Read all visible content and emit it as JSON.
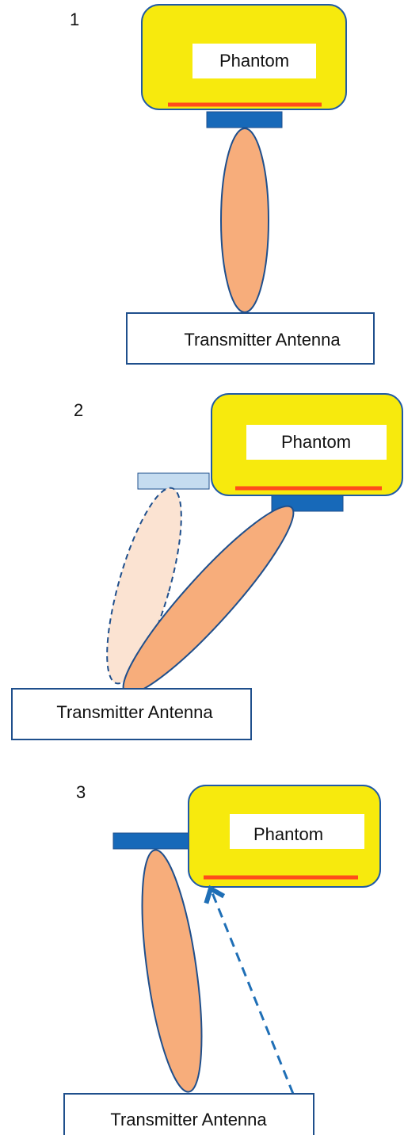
{
  "colors": {
    "phantom_fill": "#f7ea0d",
    "phantom_stroke": "#1f5aa6",
    "label_box_fill": "#ffffff",
    "sensor_bar": "#ff4d1a",
    "probe_dark": "#1769b9",
    "probe_light": "#c5dcf0",
    "beam": "#f7ad7b",
    "beam_faded": "#fbe3d2",
    "beam_stroke": "#1f4f8c",
    "antenna_stroke": "#1f4f8c",
    "arrow": "#1f6fb6"
  },
  "panels": [
    {
      "id": "1",
      "step_number": "1",
      "phantom_label": "Phantom",
      "antenna_label": "Transmitter Antenna"
    },
    {
      "id": "2",
      "step_number": "2",
      "phantom_label": "Phantom",
      "antenna_label": "Transmitter Antenna"
    },
    {
      "id": "3",
      "step_number": "3",
      "phantom_label": "Phantom",
      "antenna_label": "Transmitter Antenna"
    }
  ]
}
